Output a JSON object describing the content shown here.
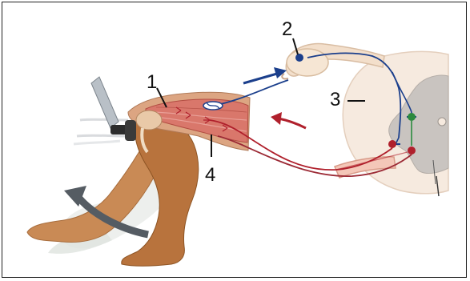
{
  "labels": {
    "l1": "1",
    "l2": "2",
    "l3": "3",
    "l4": "4"
  },
  "colors": {
    "afferent_blue": "#1b3f8c",
    "efferent_red": "#b0202c",
    "skin": "#c9854e",
    "muscle": "#d9776b",
    "spinal_white": "#f6eadf",
    "spinal_grey": "#c9c4c0",
    "interneuron_green": "#2b8a3e",
    "motion_arrow": "#555c63"
  },
  "icons": [
    "reflex-hammer-icon",
    "motion-arrow-icon",
    "signal-arrow-icon"
  ]
}
